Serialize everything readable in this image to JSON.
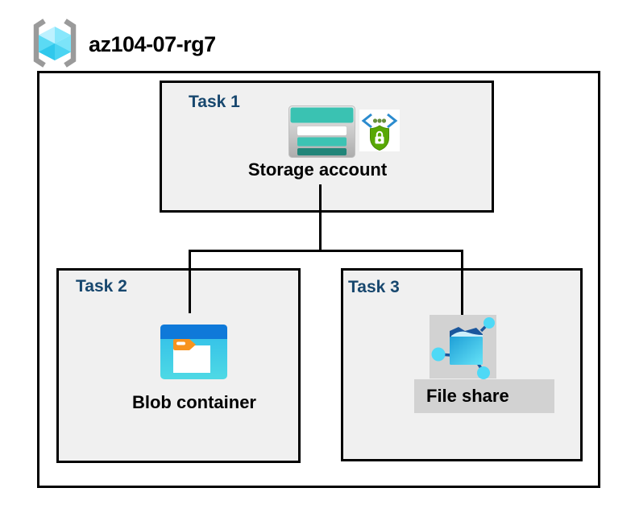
{
  "header": {
    "resource_group_name": "az104-07-rg7",
    "icon": "resource-group-icon"
  },
  "tasks": [
    {
      "label": "Task 1",
      "resource": "Storage account",
      "icons": [
        "storage-account-icon",
        "secure-transfer-icon"
      ]
    },
    {
      "label": "Task 2",
      "resource": "Blob container",
      "icons": [
        "blob-container-icon"
      ]
    },
    {
      "label": "Task 3",
      "resource": "File share",
      "icons": [
        "file-share-icon"
      ]
    }
  ],
  "connections": [
    {
      "from": "Storage account",
      "to": "Blob container"
    },
    {
      "from": "Storage account",
      "to": "File share"
    }
  ],
  "colors": {
    "task_label_navy": "#17476E",
    "task_box_fill": "#F0F0F0",
    "border_black": "#000000",
    "icon_bg_gray": "#D2D2D2",
    "storage_teal": "#3AC2B2",
    "storage_teal_dark": "#218579",
    "blob_header_blue": "#0F79D9",
    "blob_body_cyan": "#35C5E9",
    "folder_tab_orange": "#F7941E",
    "file_share_dark_blue": "#1A569C",
    "file_share_cyan": "#4ED9F6",
    "shield_green": "#58A804",
    "code_bracket_blue": "#2B8BCE",
    "rg_bracket_gray": "#9A9A9A",
    "rg_cube_cyan": "#5BDAF4"
  }
}
